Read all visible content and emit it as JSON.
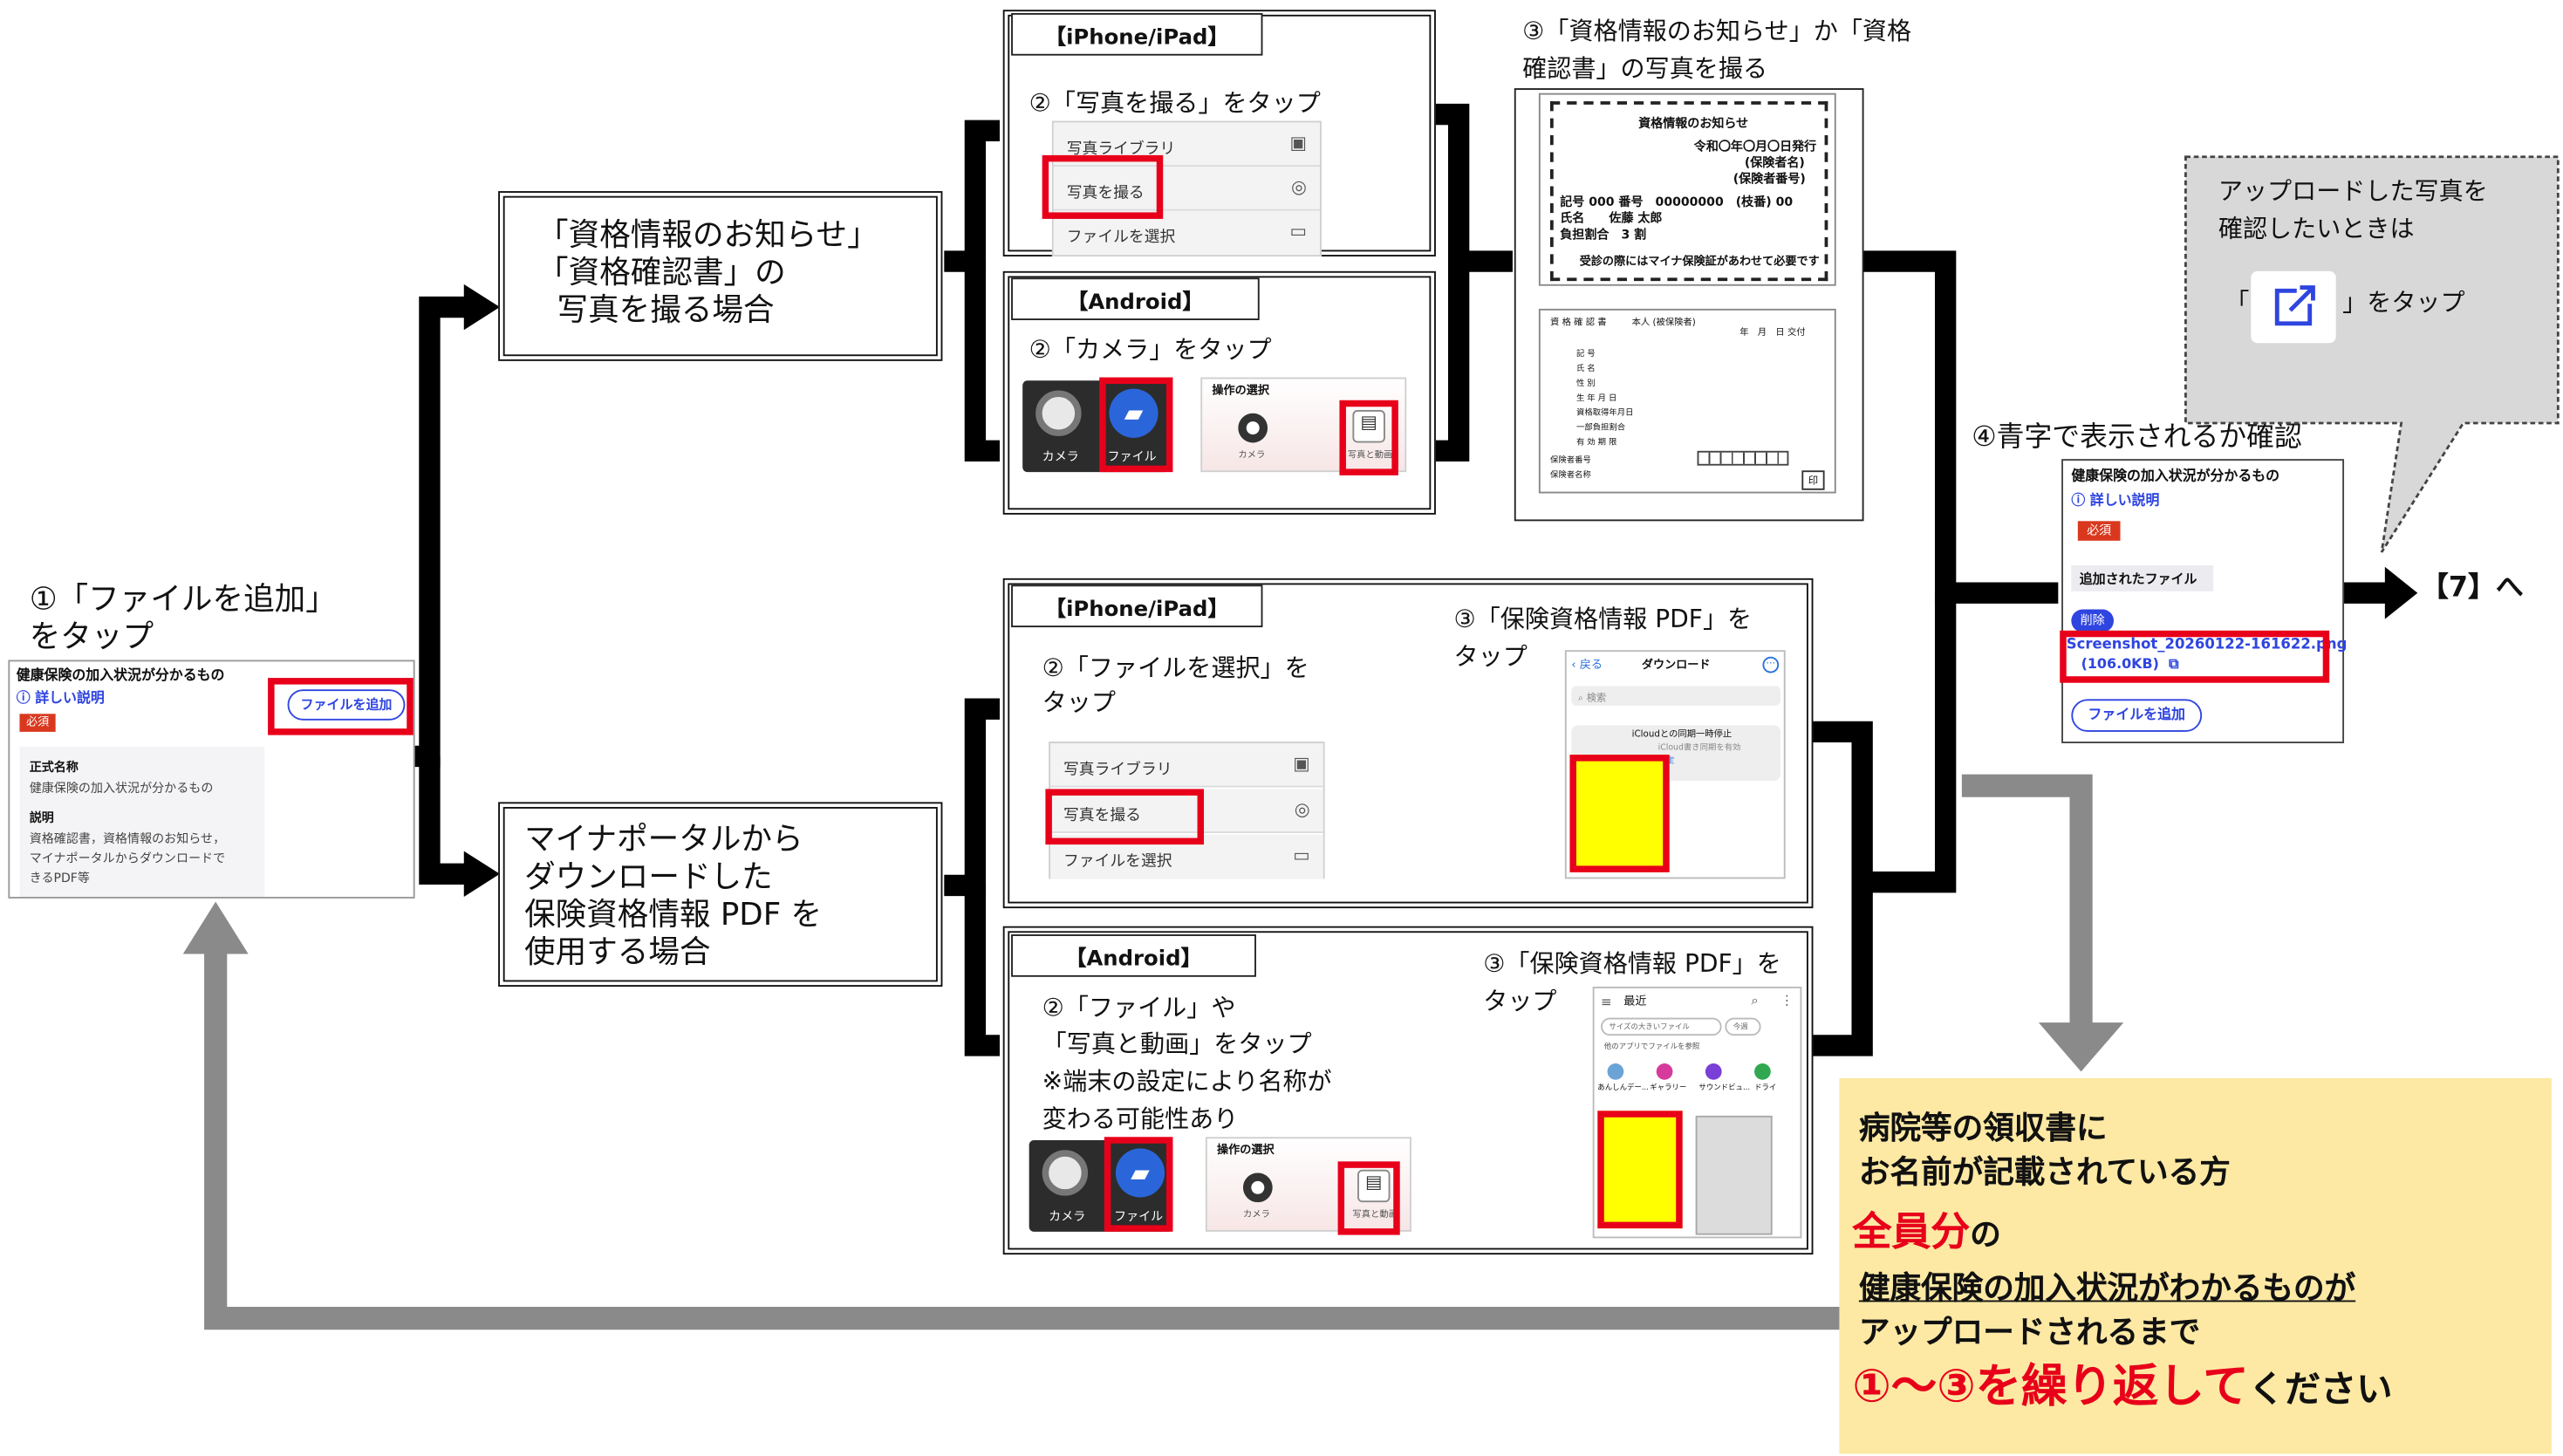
{
  "colors": {
    "accent_red": "#e8001a",
    "brand_blue": "#2f45e0",
    "note_bg": "#fde9a4",
    "arrow_gray": "#8a8a8a",
    "line_black": "#000000"
  },
  "step1": {
    "title": "①「ファイルを追加」",
    "title2": "をタップ"
  },
  "form": {
    "heading": "健康保険の加入状況が分かるもの",
    "detail_link": "詳しい説明",
    "required": "必須",
    "add_button": "ファイルを追加",
    "official_label": "正式名称",
    "official_value": "健康保険の加入状況が分かるもの",
    "desc_label": "説明",
    "desc_l1": "資格確認書，資格情報のお知らせ，",
    "desc_l2": "マイナポータルからダウンロードで",
    "desc_l3": "きるPDF等"
  },
  "case_photo": {
    "l1": "「資格情報のお知らせ」",
    "l2": "「資格確認書」の",
    "l3": "写真を撮る場合"
  },
  "case_pdf": {
    "l1": "マイナポータルから",
    "l2": "ダウンロードした",
    "l3": "保険資格情報 PDF を",
    "l4": "使用する場合"
  },
  "ios_photo": {
    "tag": "【iPhone/iPad】",
    "instruction": "②「写真を撮る」をタップ",
    "menu": [
      {
        "label": "写真ライブラリ",
        "icon": "photo-library-icon"
      },
      {
        "label": "写真を撮る",
        "icon": "camera-icon"
      },
      {
        "label": "ファイルを選択",
        "icon": "folder-icon"
      }
    ]
  },
  "and_photo": {
    "tag": "【Android】",
    "instruction": "②「カメラ」をタップ",
    "camera": "カメラ",
    "file": "ファイル",
    "op_title": "操作の選択",
    "op_camera": "カメラ",
    "op_media": "写真と動画"
  },
  "step3_photo": {
    "l1": "③「資格情報のお知らせ」か「資格",
    "l2": "確認書」の写真を撮る"
  },
  "doc1": {
    "title": "資格情報のお知らせ",
    "issued": "令和〇年〇月〇日発行",
    "insurer_name": "(保険者名)",
    "insurer_no": "(保険者番号)",
    "row1": "記号 000 番号　00000000　(枝番) 00",
    "row2": "氏名　　佐藤 太郎",
    "row3": "負担割合　3 割",
    "footer": "受診の際にはマイナ保険証があわせて必要です"
  },
  "doc2": {
    "head": "資 格 確 認 書",
    "person": "本人 (被保険者)",
    "date": "年　月　日 交付",
    "rows": [
      "記 号",
      "氏 名",
      "性 別",
      "生 年 月 日",
      "資格取得年月日",
      "一部負担割合",
      "有 効 期 限",
      "保険者番号",
      "保険者名称"
    ],
    "stamp": "印"
  },
  "step4": {
    "label": "④青字で表示されるか確認"
  },
  "confirm": {
    "heading": "健康保険の加入状況が分かるもの",
    "detail_link": "詳しい説明",
    "required": "必須",
    "added_label": "追加されたファイル",
    "delete": "削除",
    "filename": "Screenshot_20260122-161622.png",
    "filesize": "(106.0KB)",
    "add_button": "ファイルを追加"
  },
  "next": {
    "label": "【7】へ"
  },
  "tip": {
    "l1": "アップロードした写真を",
    "l2": "確認したいときは",
    "quote_open": "「",
    "quote_close": "」をタップ"
  },
  "ios_pdf": {
    "tag": "【iPhone/iPad】",
    "instruction_l1": "②「ファイルを選択」を",
    "instruction_l2": "タップ",
    "menu": [
      {
        "label": "写真ライブラリ",
        "icon": "photo-library-icon"
      },
      {
        "label": "写真を撮る",
        "icon": "camera-icon"
      },
      {
        "label": "ファイルを選択",
        "icon": "folder-icon"
      }
    ],
    "step3_l1": "③「保険資格情報 PDF」を",
    "step3_l2": "タップ",
    "files_back": "戻る",
    "files_title": "ダウンロード",
    "files_search": "検索",
    "files_notice_l1": "iCloudとの同期一時停止",
    "files_notice_l2": "iCloud書き同期を有効",
    "files_notice_l3": "設定"
  },
  "and_pdf": {
    "tag": "【Android】",
    "instr_l1": "②「ファイル」や",
    "instr_l2": "「写真と動画」をタップ",
    "instr_l3": "※端末の設定により名称が",
    "instr_l4": "変わる可能性あり",
    "camera": "カメラ",
    "file": "ファイル",
    "op_title": "操作の選択",
    "op_camera": "カメラ",
    "op_media": "写真と動画",
    "step3_l1": "③「保険資格情報 PDF」を",
    "step3_l2": "タップ",
    "recent_title": "最近",
    "chip1": "サイズの大きいファイル",
    "chip2": "今週",
    "apps_label": "他のアプリでファイルを参照",
    "apps": [
      "あんしんデー...",
      "ギャラリー",
      "サウンドビュ...",
      "ドライ"
    ]
  },
  "note": {
    "l1": "病院等の領収書に",
    "l2": "お名前が記載されている方",
    "l3_red": "全員分",
    "l3_black": "の",
    "l4": "健康保険の加入状況がわかるものが",
    "l5": "アップロードされるまで",
    "l6_red": "①〜③を繰り返して",
    "l6_black": "ください"
  }
}
